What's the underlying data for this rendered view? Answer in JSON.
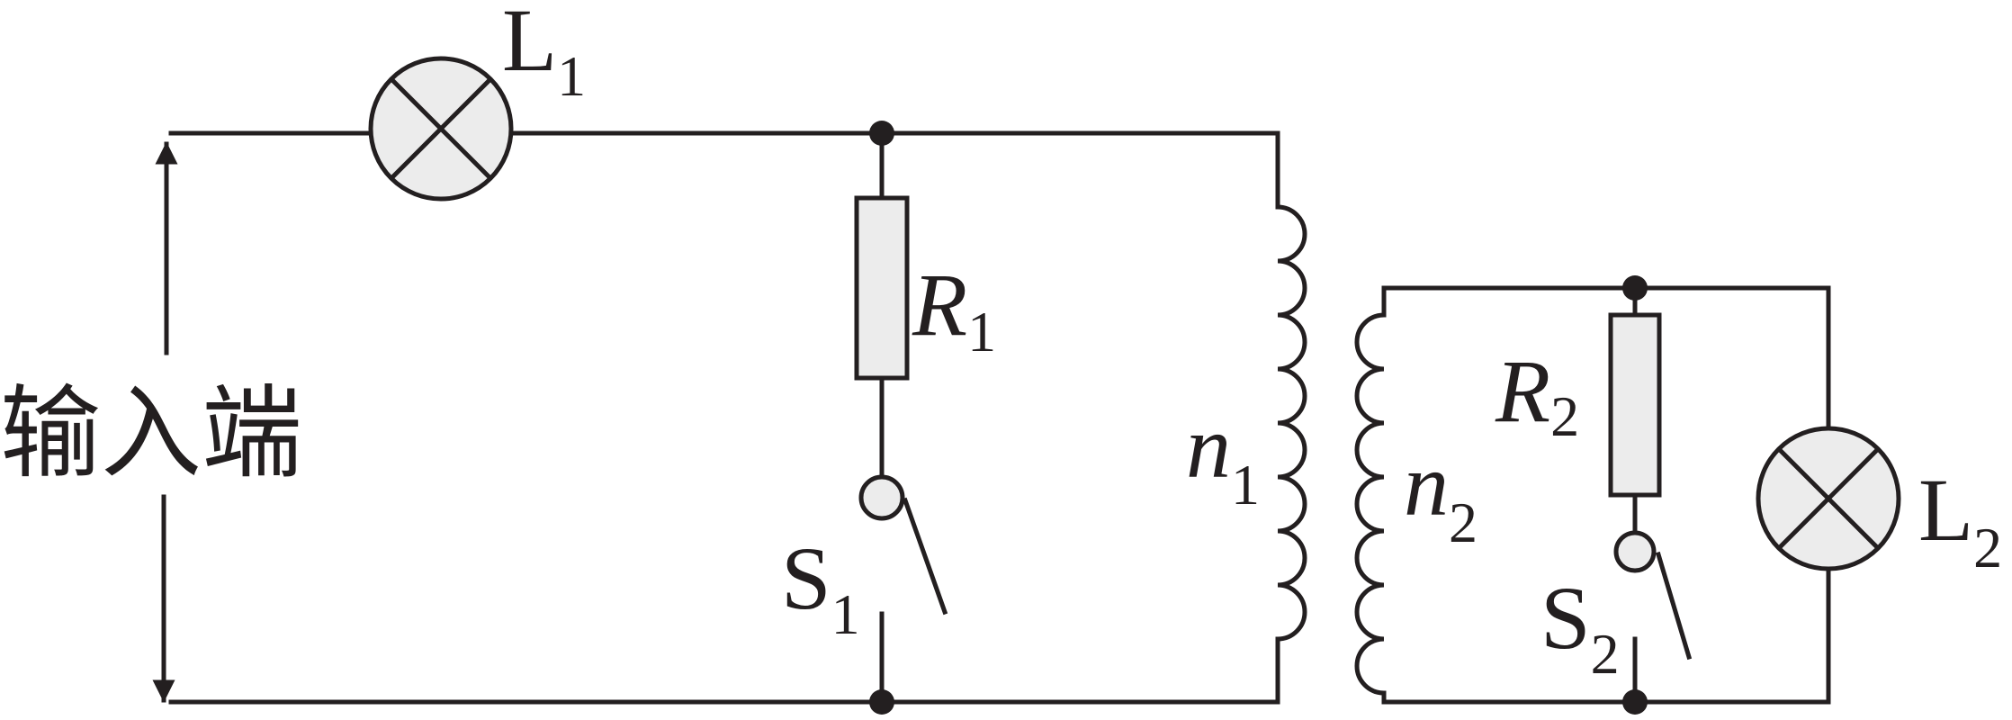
{
  "colors": {
    "line": "#231f20",
    "fill": "#ececec",
    "background": "#ffffff"
  },
  "labels": {
    "input": "输入端",
    "L1": {
      "main": "L",
      "sub": "1"
    },
    "L2": {
      "main": "L",
      "sub": "2"
    },
    "R1": {
      "main": "R",
      "sub": "1"
    },
    "R2": {
      "main": "R",
      "sub": "2"
    },
    "S1": {
      "main": "S",
      "sub": "1"
    },
    "S2": {
      "main": "S",
      "sub": "2"
    },
    "n1": {
      "main": "n",
      "sub": "1"
    },
    "n2": {
      "main": "n",
      "sub": "2"
    }
  }
}
